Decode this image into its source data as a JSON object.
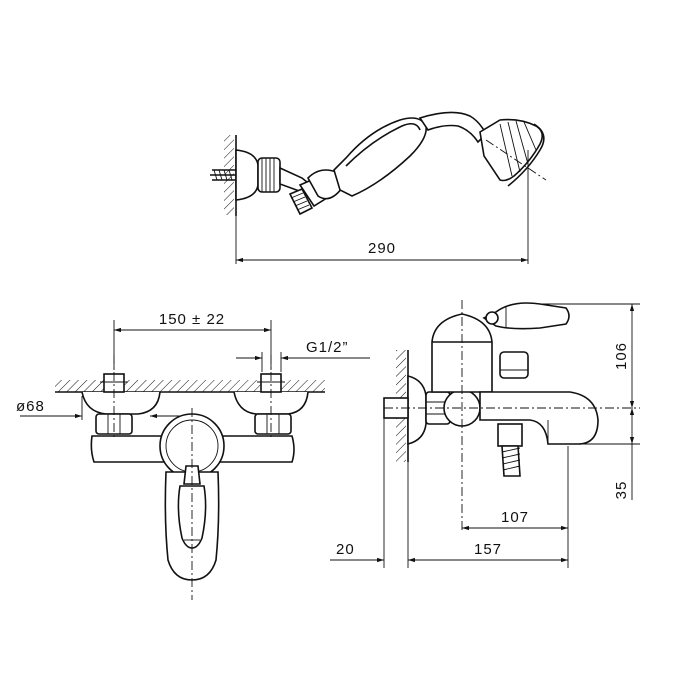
{
  "colors": {
    "line": "#111111",
    "background": "#ffffff"
  },
  "dimensions": {
    "handshower_length": "290",
    "inlet_spacing": "150 ± 22",
    "thread": "G1/2”",
    "flange_diameter": "ø68",
    "overall_height": "106",
    "spout_height": "35",
    "spout_reach": "107",
    "body_projection": "157",
    "wall_offset": "20"
  }
}
